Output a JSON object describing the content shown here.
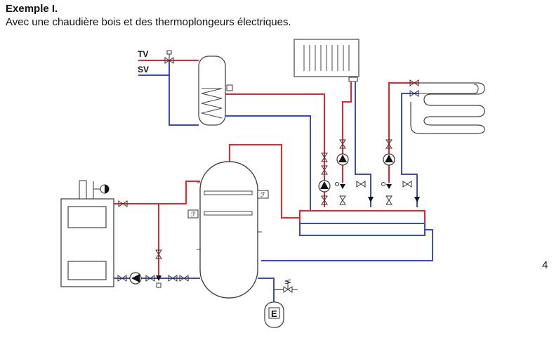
{
  "header": {
    "title": "Exemple I.",
    "subtitle": "Avec une chaudière bois et des thermoplongeurs électriques."
  },
  "page_number": "4",
  "labels": {
    "tv": "TV",
    "sv": "SV",
    "expansion_vessel": "E"
  },
  "colors": {
    "supply": "#e8232b",
    "return": "#3a4fb5",
    "outline": "#444444"
  }
}
